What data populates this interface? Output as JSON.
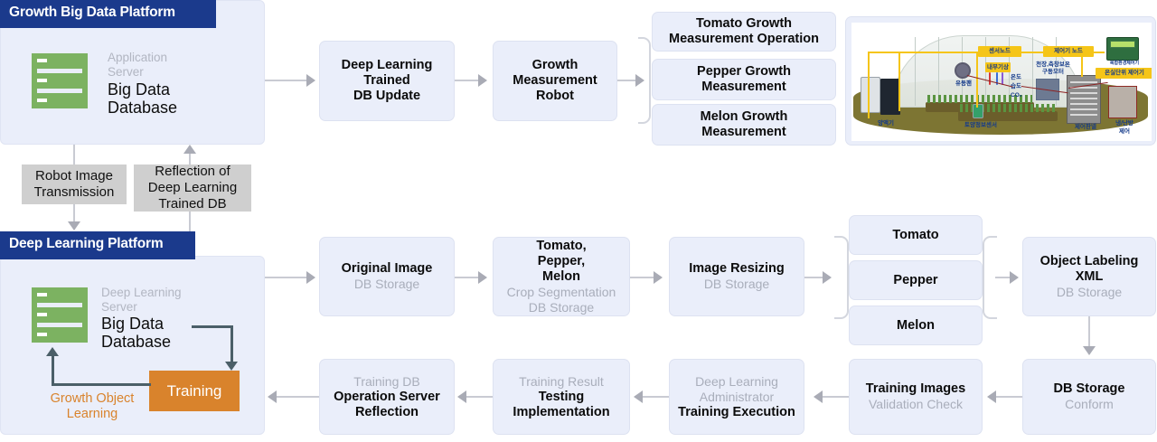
{
  "platforms": {
    "growth": {
      "title": "Growth Big Data Platform",
      "server_sub": "Application\nServer",
      "server_main": "Big Data\nDatabase"
    },
    "deep_learning": {
      "title": "Deep Learning Platform",
      "server_sub": "Deep Learning\nServer",
      "server_main": "Big Data\nDatabase",
      "training_label": "Training",
      "loop_label": "Growth Object\nLearning"
    }
  },
  "link_labels": [
    {
      "text": "Robot Image\nTransmission"
    },
    {
      "text": "Reflection of\nDeep Learning\nTrained DB"
    }
  ],
  "top_flow": [
    {
      "strong": "Deep Learning\nTrained\nDB Update",
      "weak": ""
    },
    {
      "strong": "Growth\nMeasurement\nRobot",
      "weak": ""
    }
  ],
  "measurement_branches": [
    {
      "strong": "Tomato Growth\nMeasurement Operation"
    },
    {
      "strong": "Pepper Growth\nMeasurement"
    },
    {
      "strong": "Melon Growth\nMeasurement"
    }
  ],
  "greenhouse": {
    "alt": "greenhouse-smart-farm-diagram",
    "labels": {
      "sensor_node": "센서노드",
      "controller_node": "제어기 노드",
      "greenhouse_unit_controller": "온실단위 제어기",
      "device_caption": "복합환경제어기",
      "internal_weather": "내부기상",
      "temperature": "온도",
      "humidity": "습도",
      "co2": "CO₂",
      "ceiling_motor": "천장,측창보온\n구동모터",
      "circulation_fan": "유동팬",
      "nutrient_machine": "양액기",
      "soil_sensor": "토양정보센서",
      "control_panel": "제어판넬",
      "hvac_control": "냉/난방\n제어"
    }
  },
  "dl_flow_row1": [
    {
      "strong": "Original Image",
      "weak": "DB Storage"
    },
    {
      "strong": "Tomato,\nPepper,\nMelon",
      "weak": "Crop Segmentation\nDB Storage"
    },
    {
      "strong": "Image Resizing",
      "weak": "DB Storage"
    }
  ],
  "crop_branches": [
    {
      "strong": "Tomato"
    },
    {
      "strong": "Pepper"
    },
    {
      "strong": "Melon"
    }
  ],
  "labeling_node": {
    "strong": "Object Labeling\nXML",
    "weak": "DB Storage"
  },
  "dl_flow_row2": [
    {
      "weak_top": "",
      "strong": "DB Storage",
      "weak": "Conform"
    },
    {
      "weak_top": "",
      "strong": "Training Images",
      "weak": "Validation Check"
    },
    {
      "weak_top": "Deep Learning\nAdministrator",
      "strong": "Training Execution",
      "weak": ""
    },
    {
      "weak_top": "Training Result",
      "strong": "Testing\nImplementation",
      "weak": ""
    },
    {
      "weak_top": "Training DB",
      "strong": "Operation Server\nReflection",
      "weak": ""
    }
  ],
  "colors": {
    "panel_bg": "#eaeefa",
    "header_navy": "#1b3a8c",
    "server_green": "#7cb261",
    "training_orange": "#d9832c",
    "gray_label": "#cfcfcf",
    "connector_gray": "#c9cbd3",
    "muted_text": "#a9aebb"
  }
}
